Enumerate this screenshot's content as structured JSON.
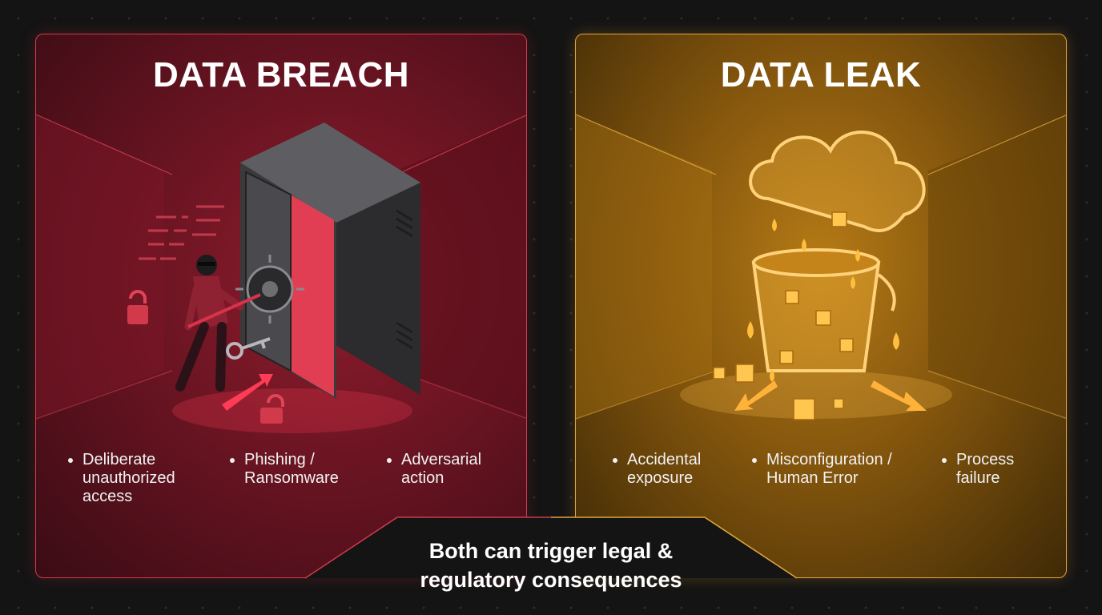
{
  "breach": {
    "title": "DATA BREACH",
    "bullets": [
      "Deliberate unauthorized access",
      "Phishing / Ransomware",
      "Adversarial action"
    ],
    "accent": "#d23a4c"
  },
  "leak": {
    "title": "DATA LEAK",
    "bullets": [
      "Accidental exposure",
      "Misconfiguration / Human Error",
      "Process failure"
    ],
    "accent": "#e2a63c"
  },
  "footer": {
    "text": "Both can trigger legal & regulatory consequences"
  }
}
